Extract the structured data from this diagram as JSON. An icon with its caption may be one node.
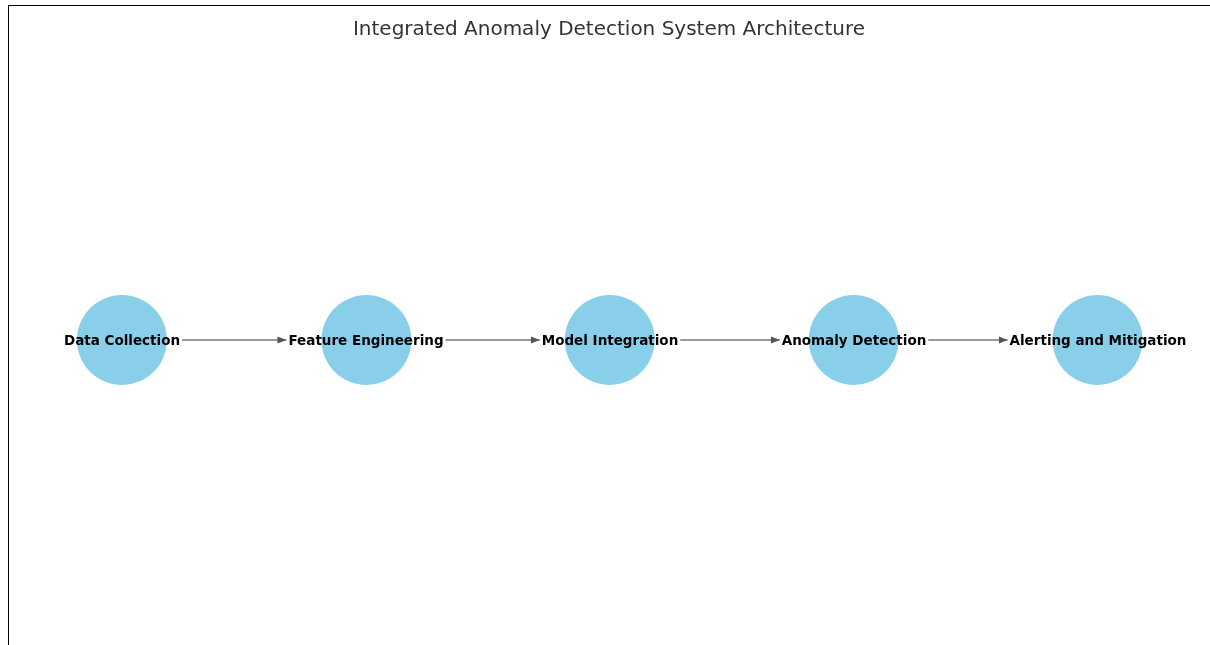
{
  "diagram": {
    "title": "Integrated Anomaly Detection System Architecture",
    "nodes": [
      {
        "text": [
          "Data Collection"
        ]
      },
      {
        "text": [
          "Feature Engineering"
        ]
      },
      {
        "text": [
          "Model Integration"
        ]
      },
      {
        "text": [
          "Anomaly Detection"
        ]
      },
      {
        "text": [
          "Alerting and Mitigation"
        ]
      }
    ],
    "edges": [
      {
        "from": 0,
        "to": 1,
        "arrow": "to"
      },
      {
        "from": 1,
        "to": 2,
        "arrow": "to"
      },
      {
        "from": 2,
        "to": 3,
        "arrow": "to"
      },
      {
        "from": 3,
        "to": 4,
        "arrow": "to"
      }
    ]
  }
}
